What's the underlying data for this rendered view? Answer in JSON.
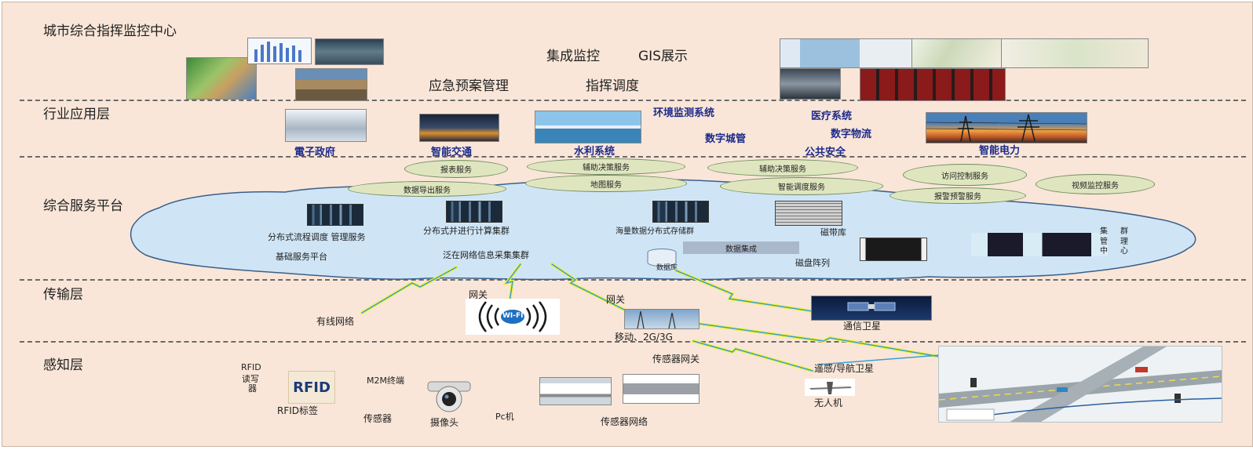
{
  "layers": {
    "command_center": "城市综合指挥监控中心",
    "application": "行业应用层",
    "service_platform": "综合服务平台",
    "transport": "传输层",
    "perception": "感知层"
  },
  "command_center": {
    "integrated_monitoring": "集成监控",
    "gis_display": "GIS展示",
    "emergency_plan": "应急预案管理",
    "dispatch": "指挥调度"
  },
  "applications": {
    "e_government": "電子政府",
    "smart_transport": "智能交通",
    "water_system": "水利系统",
    "environment_monitoring": "环境监测系统",
    "digital_city": "数字城管",
    "medical_system": "医疗系统",
    "digital_logistics": "数字物流",
    "public_safety": "公共安全",
    "smart_power": "智能电力"
  },
  "services": {
    "report_service": "报表服务",
    "decision_support_1": "辅助决策服务",
    "decision_support_2": "辅助决策服务",
    "access_control": "访问控制服务",
    "data_export": "数据导出服务",
    "map_service": "地图服务",
    "smart_dispatch": "智能调度服务",
    "video_monitoring": "视频监控服务",
    "alarm_warning": "报警预警服务"
  },
  "platform": {
    "distributed_workflow": "分布式流程调度 管理服务",
    "parallel_compute": "分布式并进行计算集群",
    "mass_storage": "海量数据分布式存储群",
    "tape_library": "磁带库",
    "basic_platform": "基础服务平台",
    "pervasive_collection": "泛在网络信息采集集群",
    "data_integration": "数据集成",
    "database": "数据库",
    "disk_array": "磁盘阵列",
    "cluster_chars": [
      "集",
      "群",
      "管",
      "理",
      "中",
      "心"
    ]
  },
  "transport": {
    "gateway_1": "网关",
    "gateway_2": "网关",
    "wired_network": "有线网络",
    "wifi_label": "WI-FI",
    "mobile": "移动、2G/3G",
    "satellite": "通信卫星"
  },
  "perception": {
    "rfid_reader": [
      "RFID",
      "读写",
      "器"
    ],
    "rfid_logo": "RFID",
    "rfid_tag": "RFID标签",
    "m2m": "M2M终端",
    "sensor": "传感器",
    "camera": "摄像头",
    "pc": "Pc机",
    "sensor_network": "传感器网络",
    "sensor_gateway": "传感器网关",
    "remote_nav_satellite": "遥感/导航卫星",
    "uav": "无人机"
  },
  "colors": {
    "background": "#f9e6d8",
    "app_text": "#1c2a8c",
    "service_fill": "#dfe6bf",
    "cloud_fill": "#cfe5f6",
    "link_yellow": "#f2f23a",
    "link_blue": "#3c9fd6"
  }
}
